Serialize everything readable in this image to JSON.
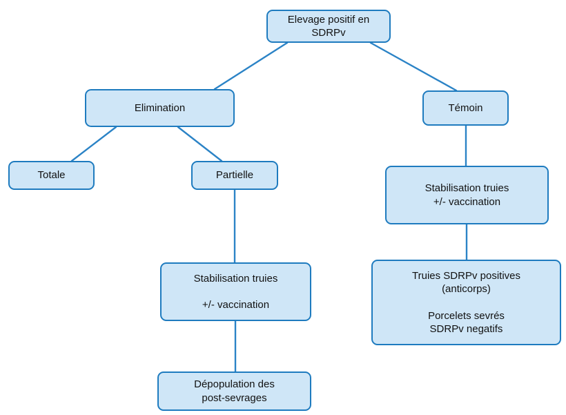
{
  "diagram": {
    "title": "Elevage positif en SDRPv",
    "type": "flowchart",
    "colors": {
      "box_fill": "#cfe6f7",
      "box_border": "#1e7bbf",
      "line": "#2b83c6",
      "text": "#111111"
    },
    "nodes": {
      "root": {
        "label": "Elevage positif en\nSDRPv"
      },
      "elimination": {
        "label": "Elimination"
      },
      "temoin": {
        "label": "Témoin"
      },
      "totale": {
        "label": "Totale"
      },
      "partielle": {
        "label": "Partielle"
      },
      "stab_temoin": {
        "label": "Stabilisation truies\n+/- vaccination"
      },
      "stab_partielle": {
        "label": "Stabilisation truies\n\n+/- vaccination"
      },
      "truies_resultat": {
        "label": "Truies SDRPv positives\n(anticorps)\n\nPorcelets sevrés\nSDRPv negatifs"
      },
      "depopulation": {
        "label": "Dépopulation des\npost-sevrages"
      }
    },
    "edges": [
      {
        "from": "root",
        "to": "elimination"
      },
      {
        "from": "root",
        "to": "temoin"
      },
      {
        "from": "elimination",
        "to": "totale"
      },
      {
        "from": "elimination",
        "to": "partielle"
      },
      {
        "from": "partielle",
        "to": "stab_partielle"
      },
      {
        "from": "stab_partielle",
        "to": "depopulation"
      },
      {
        "from": "temoin",
        "to": "stab_temoin"
      },
      {
        "from": "stab_temoin",
        "to": "truies_resultat"
      }
    ]
  }
}
